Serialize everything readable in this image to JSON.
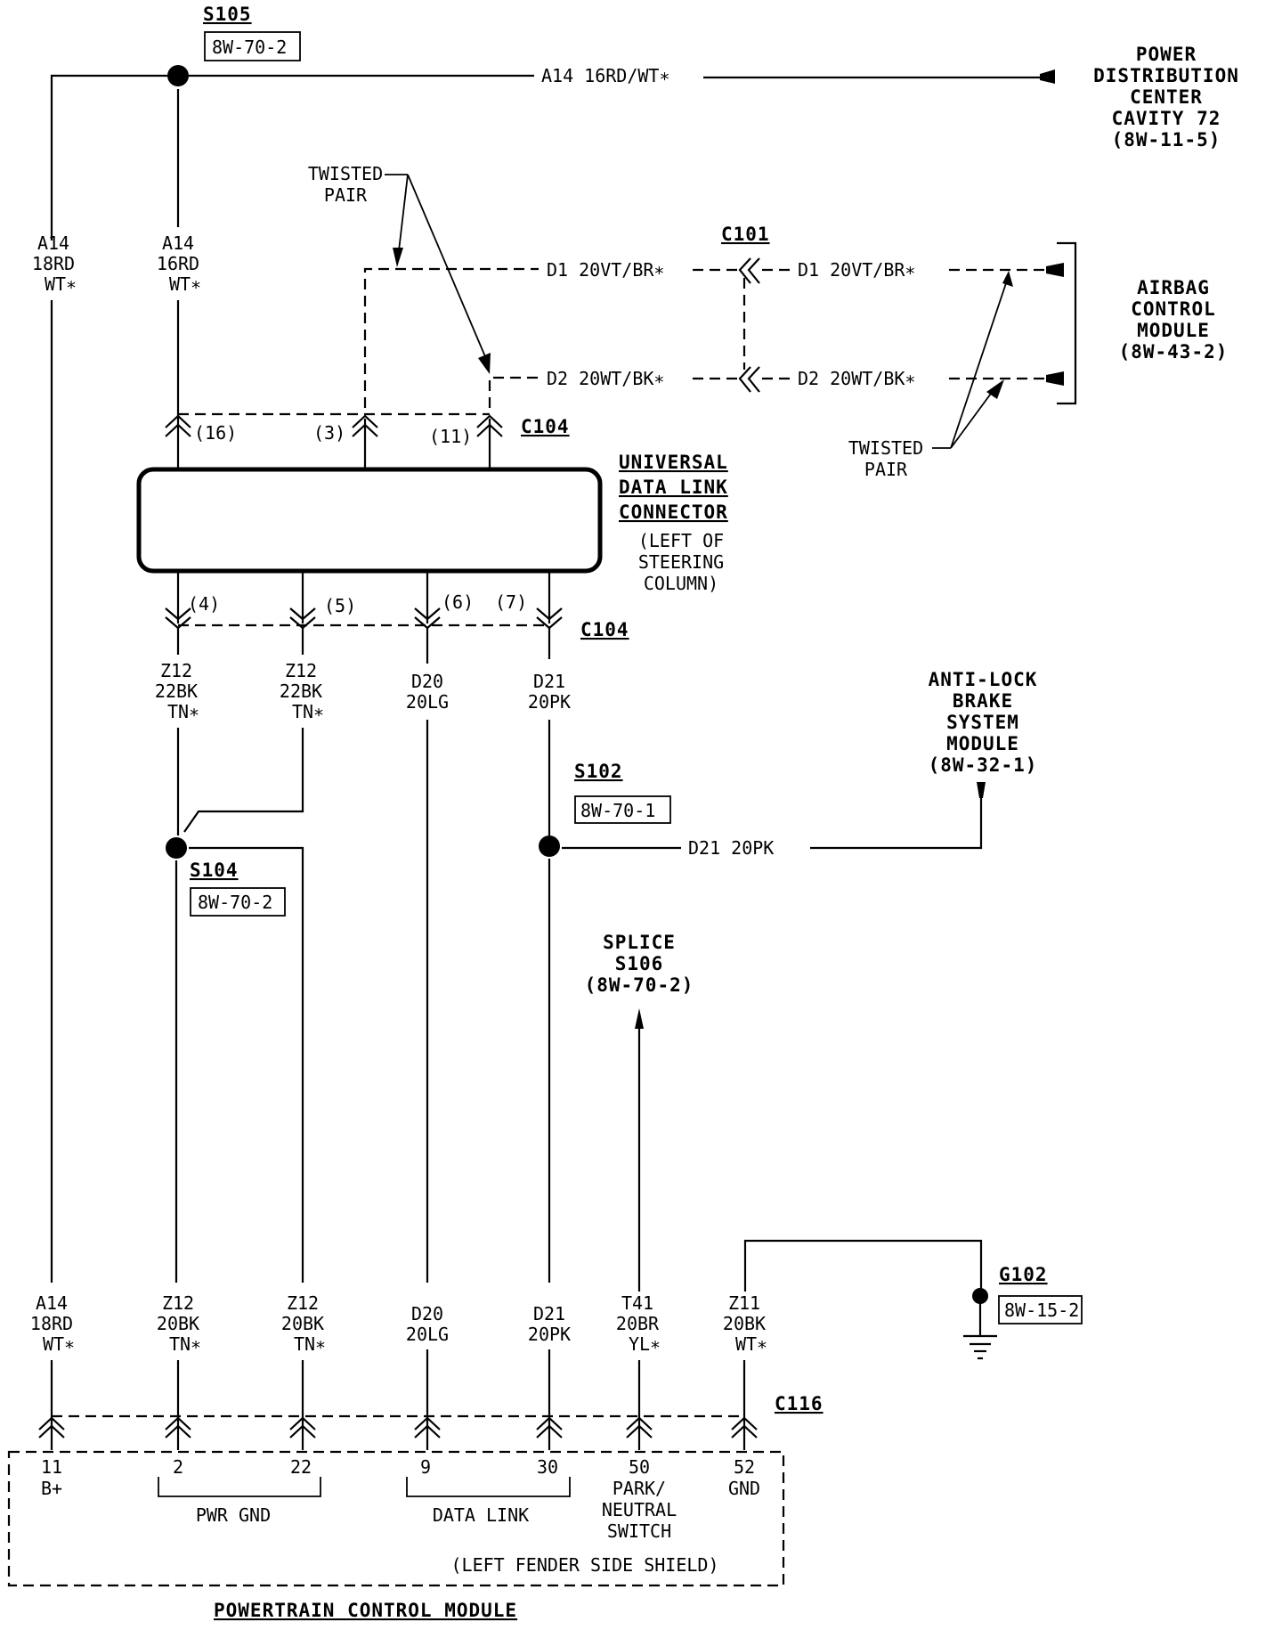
{
  "splices": {
    "s105": {
      "label": "S105",
      "ref": "8W-70-2"
    },
    "s104": {
      "label": "S104",
      "ref": "8W-70-2"
    },
    "s102": {
      "label": "S102",
      "ref": "8W-70-1"
    }
  },
  "top_wire": {
    "label": "A14  16RD/WT∗"
  },
  "pdc": {
    "lines": [
      "POWER",
      "DISTRIBUTION",
      "CENTER",
      "CAVITY 72",
      "(8W-11-5)"
    ]
  },
  "left_wires": {
    "w1": [
      "A14",
      "18RD",
      "WT∗"
    ],
    "w2": [
      "A14",
      "16RD",
      "WT∗"
    ]
  },
  "twisted_pair": {
    "lines": [
      "TWISTED",
      "PAIR"
    ]
  },
  "connectors": {
    "c101": "C101",
    "c104_top": "C104",
    "c104_bottom": "C104",
    "c116": "C116",
    "c104_top_pins": [
      "(16)",
      "(3)",
      "(11)"
    ],
    "c104_bottom_pins": [
      "(4)",
      "(5)",
      "(6)",
      "(7)"
    ]
  },
  "data_wires": {
    "d1_left": "D1  20VT/BR∗",
    "d2_left": "D2  20WT/BK∗",
    "d1_right": "D1  20VT/BR∗",
    "d2_right": "D2  20WT/BK∗"
  },
  "acm": {
    "lines": [
      "AIRBAG",
      "CONTROL",
      "MODULE",
      "(8W-43-2)"
    ]
  },
  "udlc": {
    "title_lines": [
      "UNIVERSAL",
      "DATA LINK",
      "CONNECTOR"
    ],
    "location_lines": [
      "(LEFT OF",
      "STEERING",
      "COLUMN)"
    ]
  },
  "mid_wires": {
    "z12a": [
      "Z12",
      "22BK",
      "TN∗"
    ],
    "z12b": [
      "Z12",
      "22BK",
      "TN∗"
    ],
    "d20": [
      "D20",
      "20LG"
    ],
    "d21": [
      "D21",
      "20PK"
    ]
  },
  "abs_wire": {
    "label": "D21  20PK"
  },
  "abs": {
    "lines": [
      "ANTI-LOCK",
      "BRAKE",
      "SYSTEM",
      "MODULE",
      "(8W-32-1)"
    ]
  },
  "splice_s106": {
    "lines": [
      "SPLICE",
      "S106",
      "(8W-70-2)"
    ]
  },
  "ground": {
    "label": "G102",
    "ref": "8W-15-2"
  },
  "pcm_wires": [
    [
      "A14",
      "18RD",
      "WT∗"
    ],
    [
      "Z12",
      "20BK",
      "TN∗"
    ],
    [
      "Z12",
      "20BK",
      "TN∗"
    ],
    [
      "D20",
      "20LG"
    ],
    [
      "D21",
      "20PK"
    ],
    [
      "T41",
      "20BR",
      "YL∗"
    ],
    [
      "Z11",
      "20BK",
      "WT∗"
    ]
  ],
  "pcm": {
    "pins": [
      "11",
      "2",
      "22",
      "9",
      "30",
      "50",
      "52"
    ],
    "pin_desc": {
      "b_plus": "B+",
      "pwr_gnd": "PWR GND",
      "data_link": "DATA LINK",
      "park_neutral": [
        "PARK/",
        "NEUTRAL",
        "SWITCH"
      ],
      "gnd": "GND"
    },
    "location": "(LEFT FENDER SIDE SHIELD)",
    "title": "POWERTRAIN CONTROL MODULE"
  }
}
